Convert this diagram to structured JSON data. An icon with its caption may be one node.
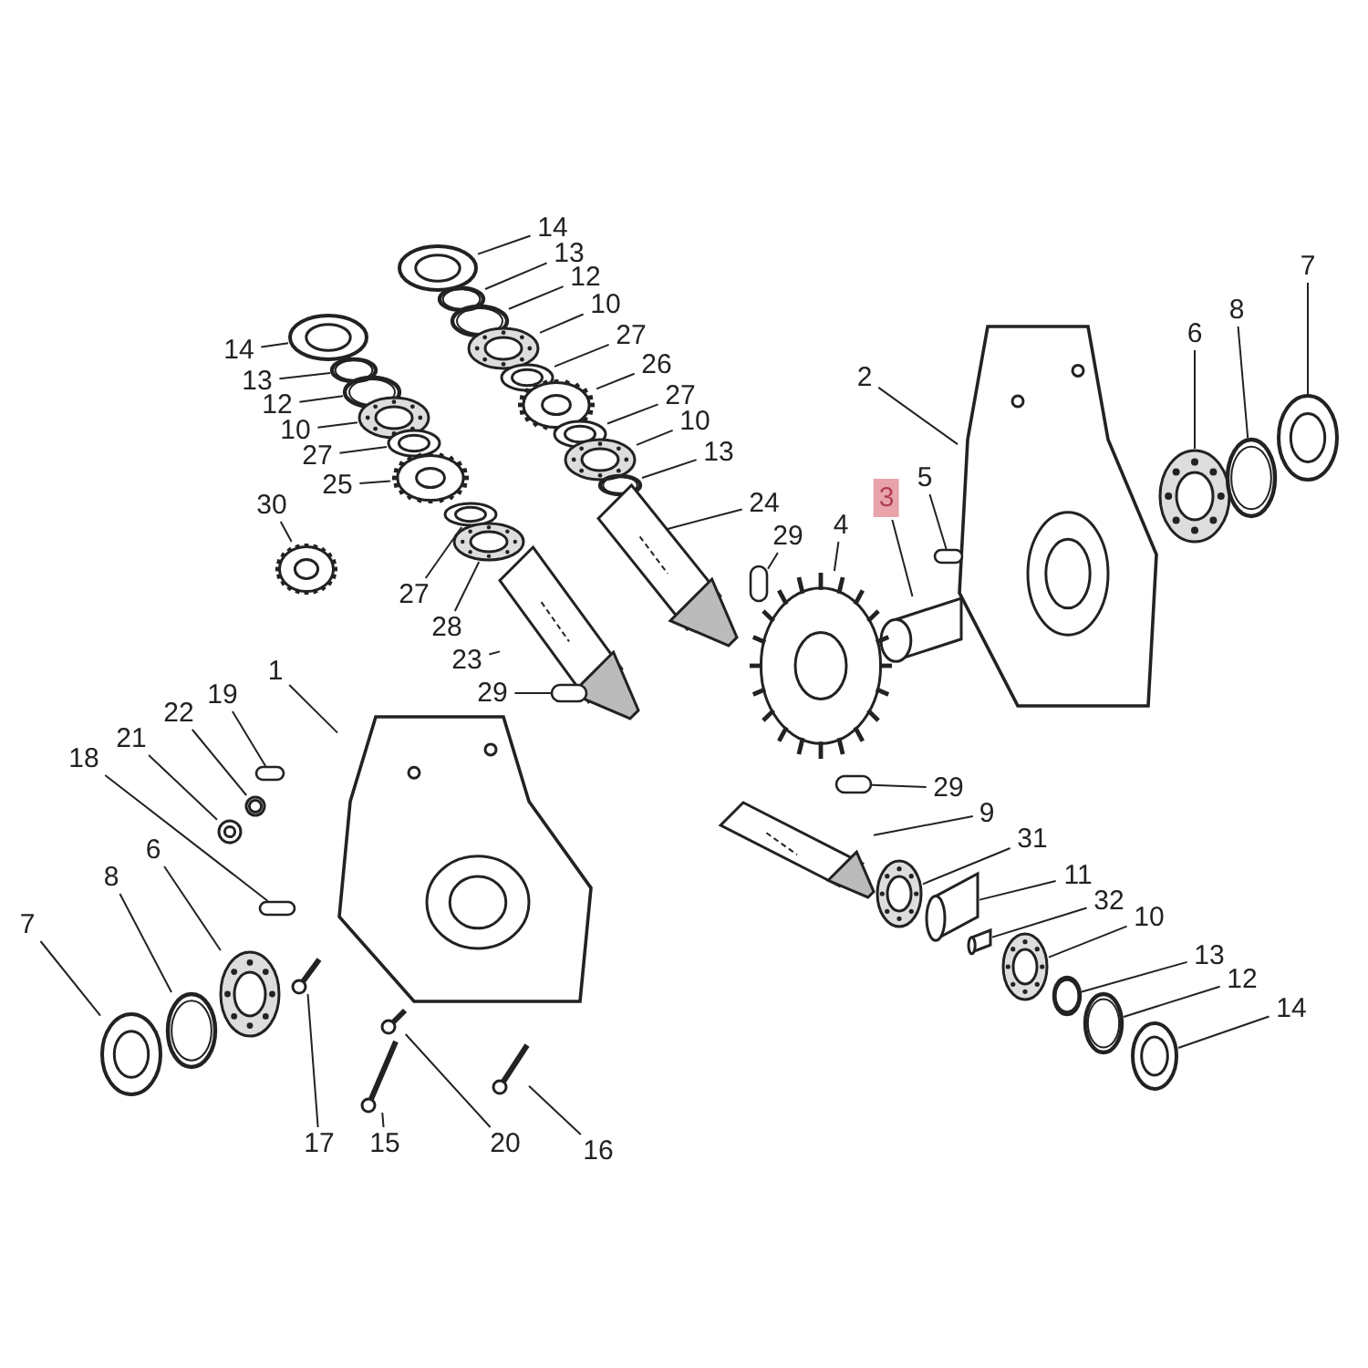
{
  "diagram": {
    "nodes": [
      {
        "text": [
          "14"
        ]
      },
      {
        "text": [
          "13"
        ]
      },
      {
        "text": [
          "12"
        ]
      },
      {
        "text": [
          "10"
        ]
      },
      {
        "text": [
          "27"
        ]
      },
      {
        "text": [
          "26"
        ]
      },
      {
        "text": [
          "27"
        ]
      },
      {
        "text": [
          "10"
        ]
      },
      {
        "text": [
          "13"
        ]
      },
      {
        "text": [
          "14"
        ]
      },
      {
        "text": [
          "13"
        ]
      },
      {
        "text": [
          "12"
        ]
      },
      {
        "text": [
          "10"
        ]
      },
      {
        "text": [
          "27"
        ]
      },
      {
        "text": [
          "25"
        ]
      },
      {
        "text": [
          "30"
        ]
      },
      {
        "text": [
          "24"
        ]
      },
      {
        "text": [
          "29"
        ]
      },
      {
        "text": [
          "27"
        ]
      },
      {
        "text": [
          "28"
        ]
      },
      {
        "text": [
          "23"
        ]
      },
      {
        "text": [
          "29"
        ]
      },
      {
        "text": [
          "2"
        ]
      },
      {
        "text": [
          "3"
        ]
      },
      {
        "text": [
          "5"
        ]
      },
      {
        "text": [
          "4"
        ]
      },
      {
        "text": [
          "6"
        ]
      },
      {
        "text": [
          "8"
        ]
      },
      {
        "text": [
          "7"
        ]
      },
      {
        "text": [
          "1"
        ]
      },
      {
        "text": [
          "19"
        ]
      },
      {
        "text": [
          "22"
        ]
      },
      {
        "text": [
          "21"
        ]
      },
      {
        "text": [
          "18"
        ]
      },
      {
        "text": [
          "7"
        ]
      },
      {
        "text": [
          "8"
        ]
      },
      {
        "text": [
          "6"
        ]
      },
      {
        "text": [
          "17"
        ]
      },
      {
        "text": [
          "15"
        ]
      },
      {
        "text": [
          "20"
        ]
      },
      {
        "text": [
          "16"
        ]
      },
      {
        "text": [
          "29"
        ]
      },
      {
        "text": [
          "9"
        ]
      },
      {
        "text": [
          "31"
        ]
      },
      {
        "text": [
          "11"
        ]
      },
      {
        "text": [
          "32"
        ]
      },
      {
        "text": [
          "10"
        ]
      },
      {
        "text": [
          "13"
        ]
      },
      {
        "text": [
          "12"
        ]
      },
      {
        "text": [
          "14"
        ]
      },
      {
        "text": [],
        "shape": "seal"
      },
      {
        "text": [],
        "shape": "circlip"
      },
      {
        "text": [],
        "shape": "circlip"
      },
      {
        "text": [],
        "shape": "bearing"
      },
      {
        "text": [],
        "shape": "washer"
      },
      {
        "text": [],
        "shape": "gear"
      },
      {
        "text": [],
        "shape": "washer"
      },
      {
        "text": [],
        "shape": "bearing"
      },
      {
        "text": [],
        "shape": "circlip"
      },
      {
        "text": [],
        "shape": "seal"
      },
      {
        "text": [],
        "shape": "circlip"
      },
      {
        "text": [],
        "shape": "circlip"
      },
      {
        "text": [],
        "shape": "bearing"
      },
      {
        "text": [],
        "shape": "washer"
      },
      {
        "text": [],
        "shape": "gear"
      },
      {
        "text": [],
        "shape": "gear"
      },
      {
        "text": [],
        "shape": "shaft"
      },
      {
        "text": [],
        "shape": "key"
      },
      {
        "text": [],
        "shape": "washer"
      },
      {
        "text": [],
        "shape": "bearing"
      },
      {
        "text": [],
        "shape": "shaft"
      },
      {
        "text": [],
        "shape": "key"
      },
      {
        "text": [],
        "shape": "housing"
      },
      {
        "text": [],
        "shape": "sleeve"
      },
      {
        "text": [],
        "shape": "key"
      },
      {
        "text": [],
        "shape": "gear"
      },
      {
        "text": [],
        "shape": "bearing"
      },
      {
        "text": [],
        "shape": "circlip"
      },
      {
        "text": [],
        "shape": "seal"
      },
      {
        "text": [],
        "shape": "housing"
      },
      {
        "text": [],
        "shape": "pin"
      },
      {
        "text": [],
        "shape": "washer"
      },
      {
        "text": [],
        "shape": "plug"
      },
      {
        "text": [],
        "shape": "pin"
      },
      {
        "text": [],
        "shape": "seal"
      },
      {
        "text": [],
        "shape": "circlip"
      },
      {
        "text": [],
        "shape": "bearing"
      },
      {
        "text": [],
        "shape": "bolt"
      },
      {
        "text": [],
        "shape": "bolt"
      },
      {
        "text": [],
        "shape": "bolt"
      },
      {
        "text": [],
        "shape": "bolt"
      },
      {
        "text": [],
        "shape": "key"
      },
      {
        "text": [],
        "shape": "shaft"
      },
      {
        "text": [],
        "shape": "bearing"
      },
      {
        "text": [],
        "shape": "sleeve"
      },
      {
        "text": [],
        "shape": "sleeve"
      },
      {
        "text": [],
        "shape": "bearing"
      },
      {
        "text": [],
        "shape": "circlip"
      },
      {
        "text": [],
        "shape": "circlip"
      },
      {
        "text": [],
        "shape": "seal"
      }
    ],
    "edges": [
      {
        "from": 0,
        "to": 50,
        "arrow": "none"
      },
      {
        "from": 1,
        "to": 51,
        "arrow": "none"
      },
      {
        "from": 2,
        "to": 52,
        "arrow": "none"
      },
      {
        "from": 3,
        "to": 53,
        "arrow": "none"
      },
      {
        "from": 4,
        "to": 54,
        "arrow": "none"
      },
      {
        "from": 5,
        "to": 55,
        "arrow": "none"
      },
      {
        "from": 6,
        "to": 56,
        "arrow": "none"
      },
      {
        "from": 7,
        "to": 57,
        "arrow": "none"
      },
      {
        "from": 8,
        "to": 58,
        "arrow": "none"
      },
      {
        "from": 9,
        "to": 59,
        "arrow": "none"
      },
      {
        "from": 10,
        "to": 60,
        "arrow": "none"
      },
      {
        "from": 11,
        "to": 61,
        "arrow": "none"
      },
      {
        "from": 12,
        "to": 62,
        "arrow": "none"
      },
      {
        "from": 13,
        "to": 63,
        "arrow": "none"
      },
      {
        "from": 14,
        "to": 64,
        "arrow": "none"
      },
      {
        "from": 15,
        "to": 65,
        "arrow": "none"
      },
      {
        "from": 16,
        "to": 66,
        "arrow": "none"
      },
      {
        "from": 17,
        "to": 67,
        "arrow": "none"
      },
      {
        "from": 18,
        "to": 68,
        "arrow": "none"
      },
      {
        "from": 19,
        "to": 69,
        "arrow": "none"
      },
      {
        "from": 20,
        "to": 70,
        "arrow": "none"
      },
      {
        "from": 21,
        "to": 71,
        "arrow": "none"
      },
      {
        "from": 22,
        "to": 72,
        "arrow": "none"
      },
      {
        "from": 23,
        "to": 73,
        "arrow": "none"
      },
      {
        "from": 24,
        "to": 74,
        "arrow": "none"
      },
      {
        "from": 25,
        "to": 75,
        "arrow": "none"
      },
      {
        "from": 26,
        "to": 76,
        "arrow": "none"
      },
      {
        "from": 27,
        "to": 77,
        "arrow": "none"
      },
      {
        "from": 28,
        "to": 78,
        "arrow": "none"
      },
      {
        "from": 29,
        "to": 79,
        "arrow": "none"
      },
      {
        "from": 30,
        "to": 80,
        "arrow": "none"
      },
      {
        "from": 31,
        "to": 81,
        "arrow": "none"
      },
      {
        "from": 32,
        "to": 82,
        "arrow": "none"
      },
      {
        "from": 33,
        "to": 83,
        "arrow": "none"
      },
      {
        "from": 34,
        "to": 84,
        "arrow": "none"
      },
      {
        "from": 35,
        "to": 85,
        "arrow": "none"
      },
      {
        "from": 36,
        "to": 86,
        "arrow": "none"
      },
      {
        "from": 37,
        "to": 87,
        "arrow": "none"
      },
      {
        "from": 38,
        "to": 88,
        "arrow": "none"
      },
      {
        "from": 39,
        "to": 89,
        "arrow": "none"
      },
      {
        "from": 40,
        "to": 90,
        "arrow": "none"
      },
      {
        "from": 41,
        "to": 91,
        "arrow": "none"
      },
      {
        "from": 42,
        "to": 92,
        "arrow": "none"
      },
      {
        "from": 43,
        "to": 93,
        "arrow": "none"
      },
      {
        "from": 44,
        "to": 94,
        "arrow": "none"
      },
      {
        "from": 45,
        "to": 95,
        "arrow": "none"
      },
      {
        "from": 46,
        "to": 96,
        "arrow": "none"
      },
      {
        "from": 47,
        "to": 97,
        "arrow": "none"
      },
      {
        "from": 48,
        "to": 98,
        "arrow": "none"
      },
      {
        "from": 49,
        "to": 99,
        "arrow": "none"
      }
    ]
  }
}
